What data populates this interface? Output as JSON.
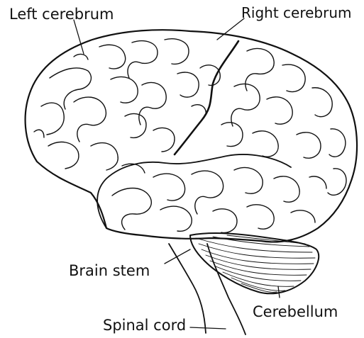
{
  "diagram": {
    "labels": {
      "left_cerebrum": "Left cerebrum",
      "right_cerebrum": "Right cerebrum",
      "brain_stem": "Brain stem",
      "spinal_cord": "Spinal cord",
      "cerebellum": "Cerebellum"
    },
    "colors": {
      "ink": "#111111",
      "background": "#ffffff"
    }
  }
}
